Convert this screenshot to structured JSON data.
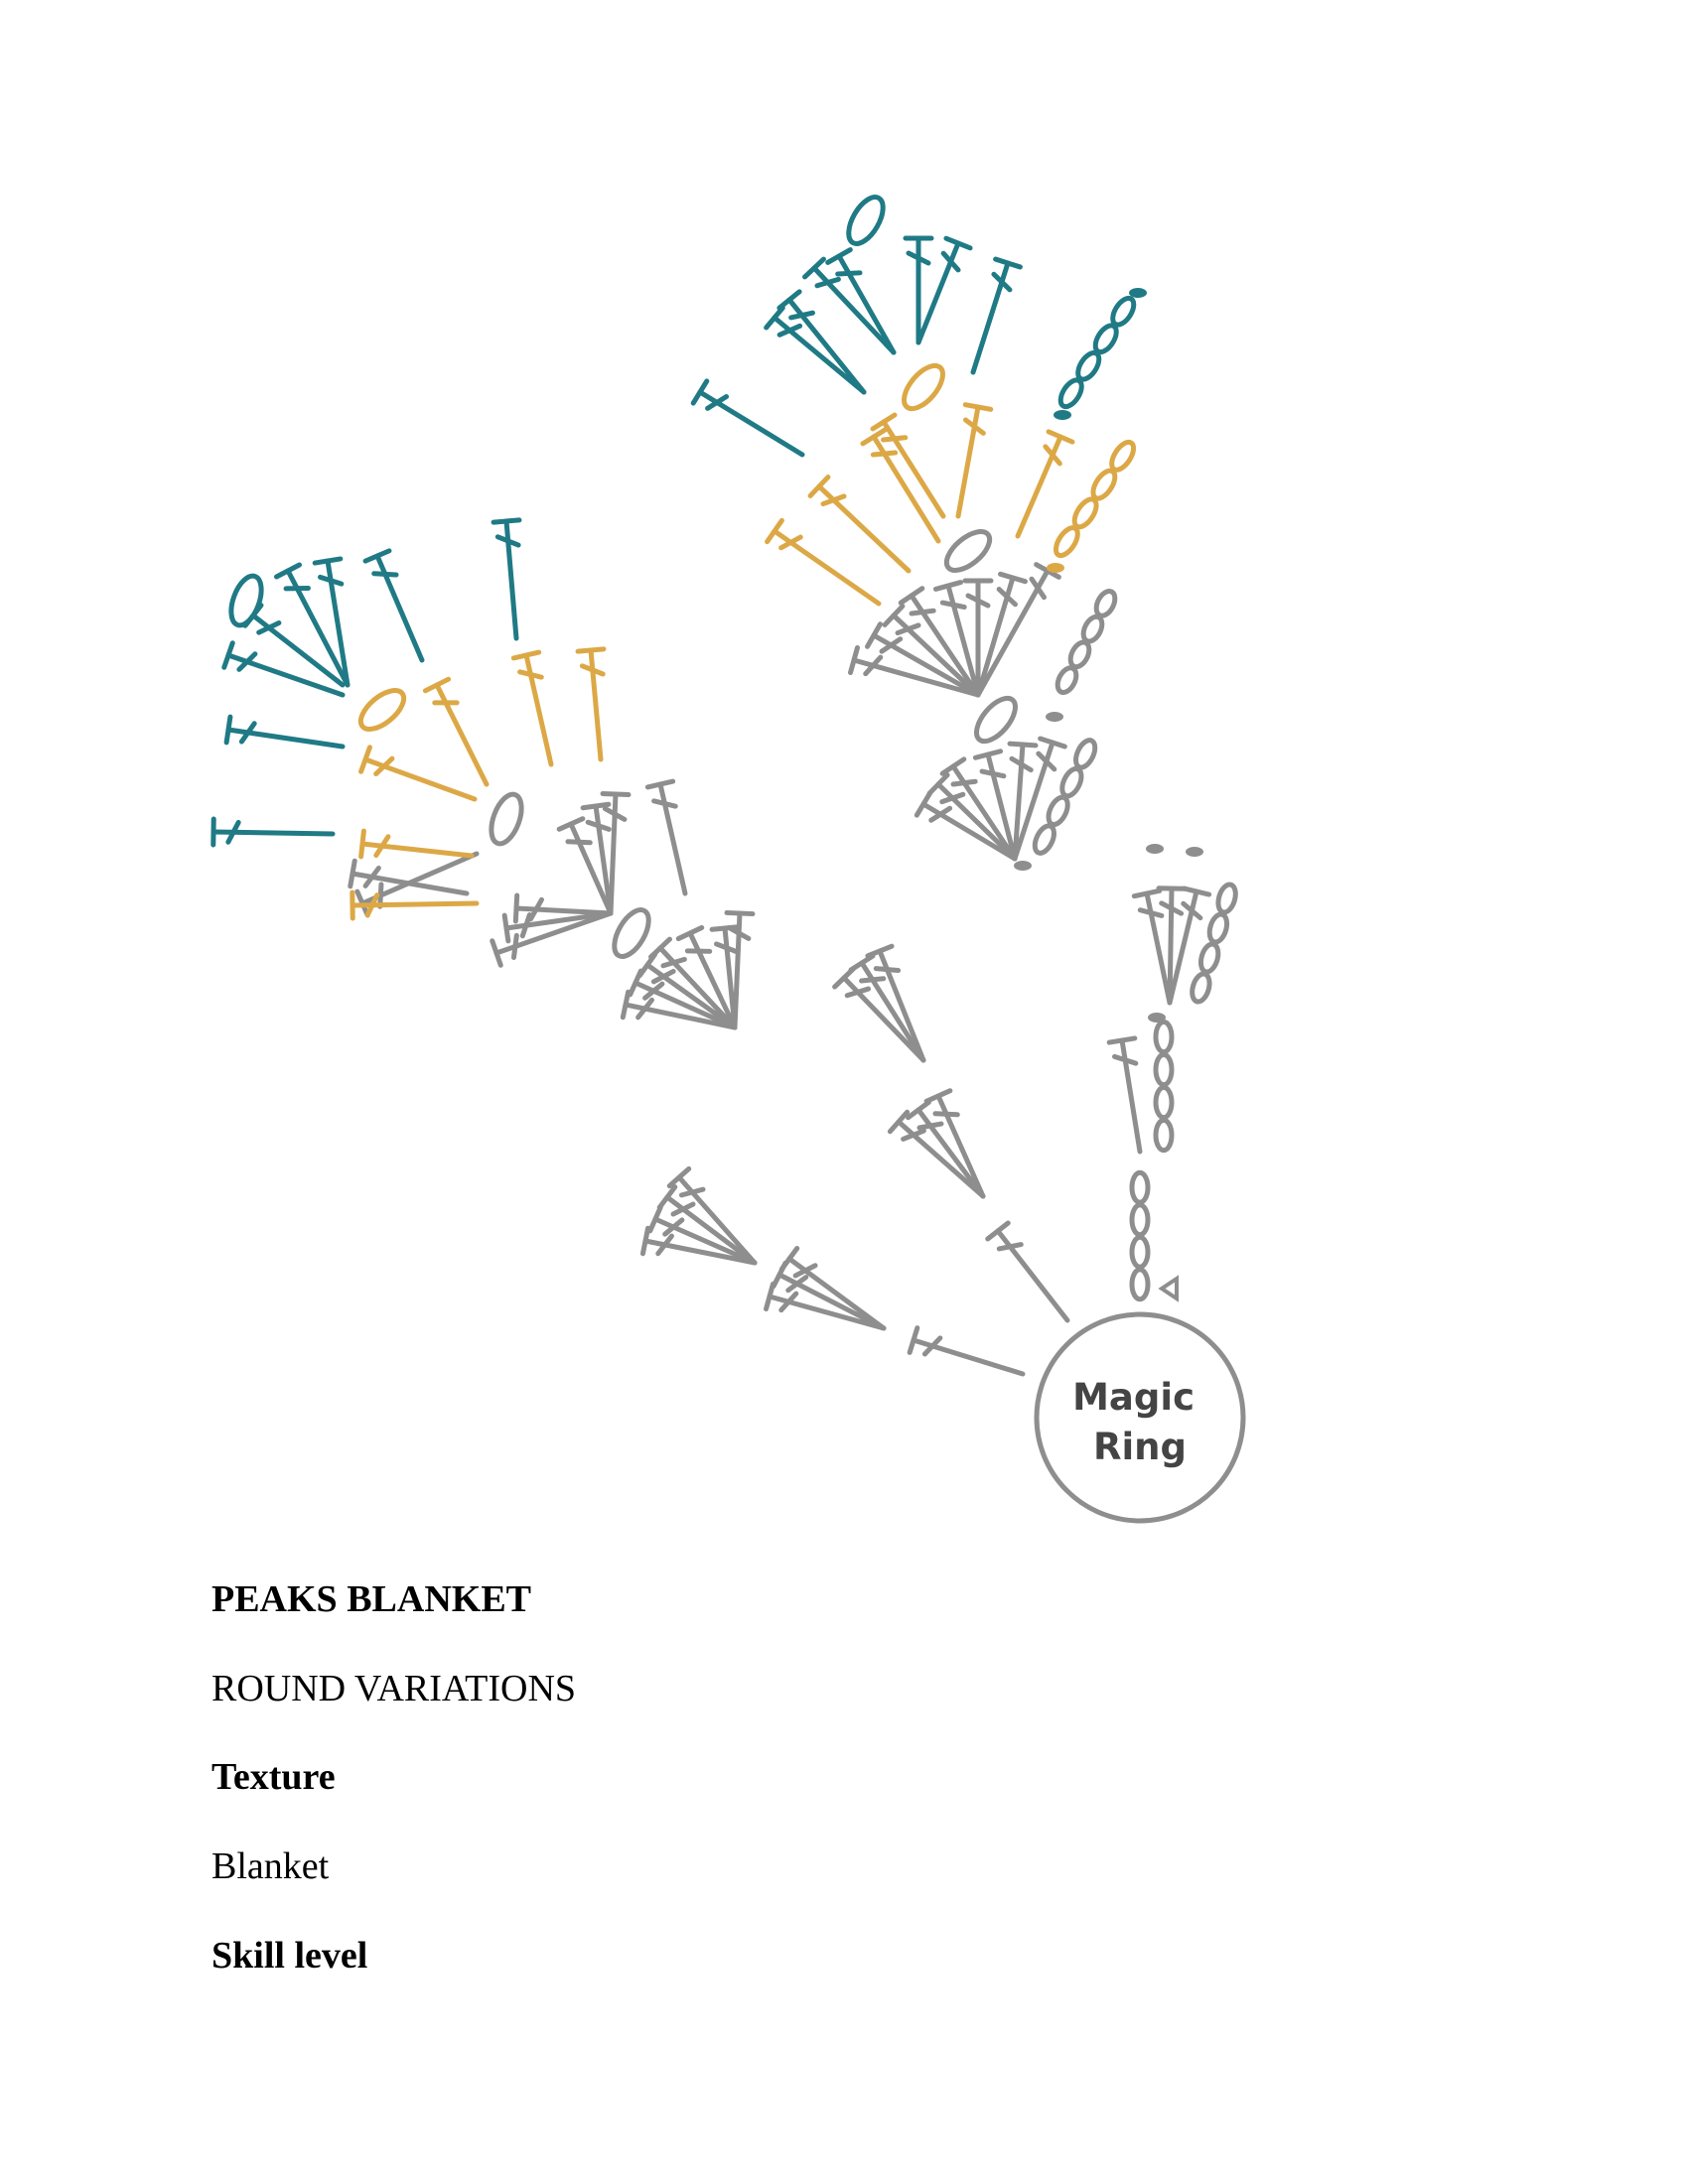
{
  "diagram": {
    "ring_label_line1": "Magic",
    "ring_label_line2": "Ring",
    "colors": {
      "grey": "#8e8e8e",
      "gold": "#dca846",
      "teal": "#1f7a85"
    },
    "symbols": [
      "double-crochet-icon",
      "chain-icon",
      "picot-icon",
      "slip-stitch-icon"
    ]
  },
  "document": {
    "title": "PEAKS BLANKET",
    "subtitle": "ROUND VARIATIONS",
    "texture_heading": "Texture",
    "texture_value": "Blanket",
    "skill_heading": "Skill level"
  }
}
